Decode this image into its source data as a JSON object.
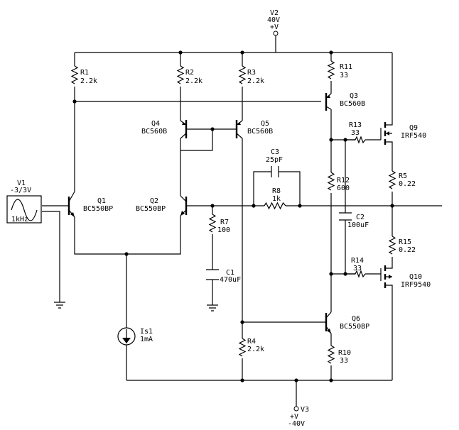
{
  "components": {
    "v2": {
      "name": "V2",
      "value": "40V",
      "polarity": "+V"
    },
    "v3": {
      "name": "V3",
      "value": "-40V",
      "polarity": "+V"
    },
    "v1": {
      "name": "V1",
      "value": "-3/3V",
      "freq": "1kHz"
    },
    "r1": {
      "name": "R1",
      "value": "2.2k"
    },
    "r2": {
      "name": "R2",
      "value": "2.2k"
    },
    "r3": {
      "name": "R3",
      "value": "2.2k"
    },
    "r4": {
      "name": "R4",
      "value": "2.2k"
    },
    "r5": {
      "name": "R5",
      "value": "0.22"
    },
    "r7": {
      "name": "R7",
      "value": "100"
    },
    "r8": {
      "name": "R8",
      "value": "1k"
    },
    "r10": {
      "name": "R10",
      "value": "33"
    },
    "r11": {
      "name": "R11",
      "value": "33"
    },
    "r12": {
      "name": "R12",
      "value": "600"
    },
    "r13": {
      "name": "R13",
      "value": "33"
    },
    "r14": {
      "name": "R14",
      "value": "33"
    },
    "r15": {
      "name": "R15",
      "value": "0.22"
    },
    "c1": {
      "name": "C1",
      "value": "470uF"
    },
    "c2": {
      "name": "C2",
      "value": "100uF"
    },
    "c3": {
      "name": "C3",
      "value": "25pF"
    },
    "q1": {
      "name": "Q1",
      "value": "BC550BP"
    },
    "q2": {
      "name": "Q2",
      "value": "BC550BP"
    },
    "q3": {
      "name": "Q3",
      "value": "BC560B"
    },
    "q4": {
      "name": "Q4",
      "value": "BC560B"
    },
    "q5": {
      "name": "Q5",
      "value": "BC560B"
    },
    "q6": {
      "name": "Q6",
      "value": "BC550BP"
    },
    "q9": {
      "name": "Q9",
      "value": "IRF540"
    },
    "q10": {
      "name": "Q10",
      "value": "IRF9540"
    },
    "is1": {
      "name": "Is1",
      "value": "1mA"
    }
  }
}
